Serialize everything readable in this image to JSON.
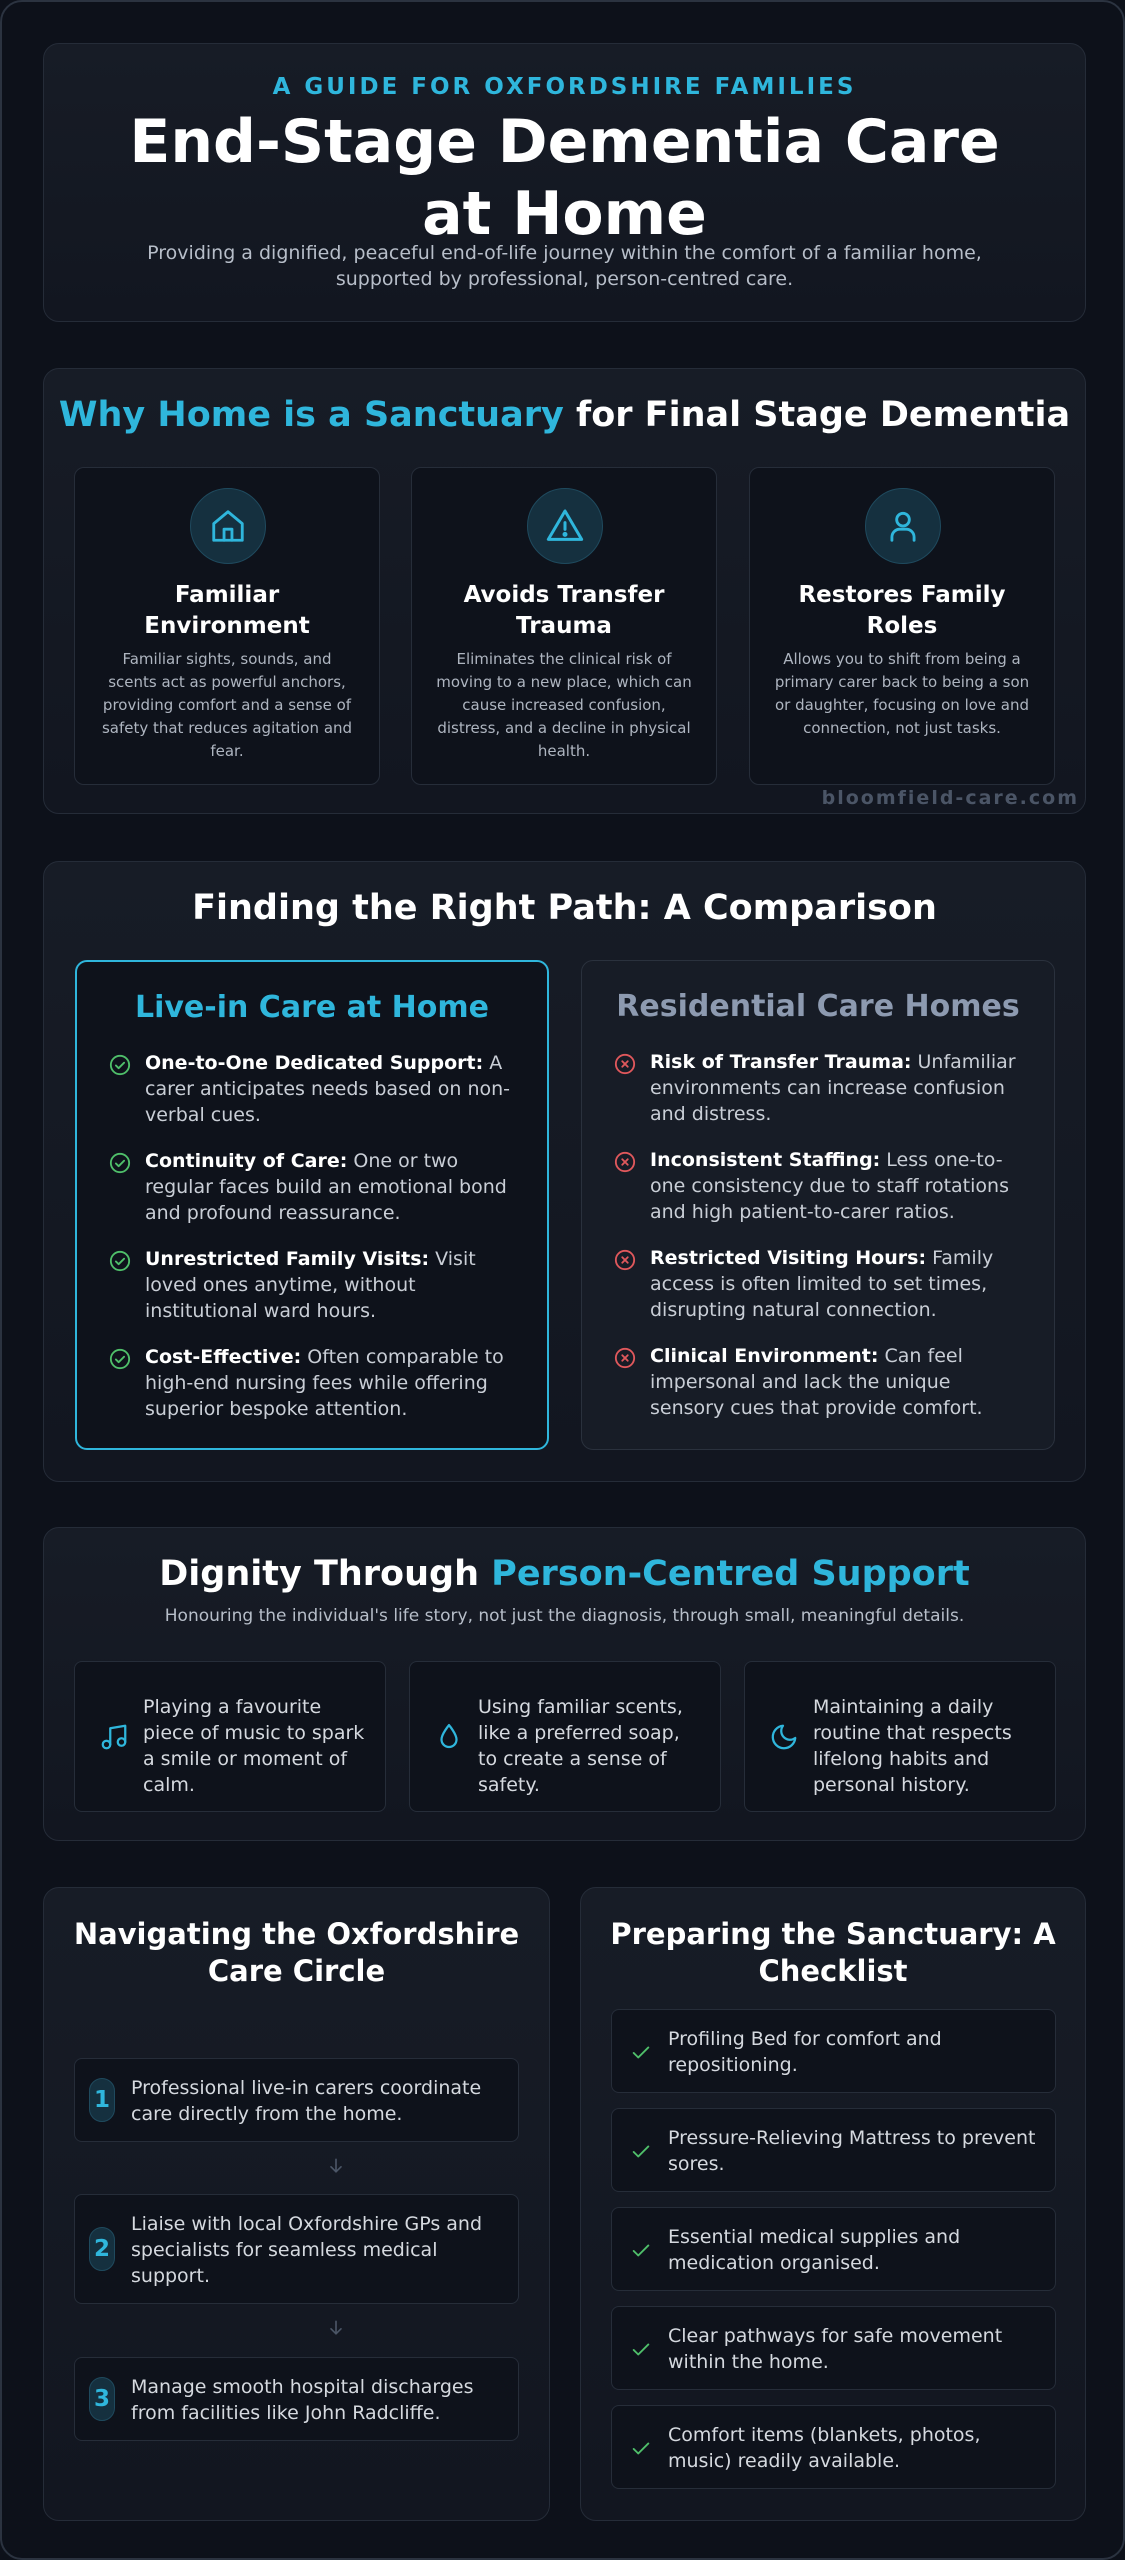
{
  "header": {
    "eyebrow": "A GUIDE FOR OXFORDSHIRE FAMILIES",
    "title": "End-Stage Dementia Care at Home",
    "subtitle": "Providing a dignified, peaceful end-of-life journey within the comfort of a familiar home, supported by professional, person-centred care."
  },
  "sanctuary": {
    "title_accent": "Why Home is a Sanctuary",
    "title_rest": " for Final Stage Dementia",
    "cards": [
      {
        "icon": "home-icon",
        "title": "Familiar Environment",
        "desc": "Familiar sights, sounds, and scents act as powerful anchors, providing comfort and a sense of safety that reduces agitation and fear."
      },
      {
        "icon": "warning-icon",
        "title": "Avoids Transfer Trauma",
        "desc": "Eliminates the clinical risk of moving to a new place, which can cause increased confusion, distress, and a decline in physical health."
      },
      {
        "icon": "person-icon",
        "title": "Restores Family Roles",
        "desc": "Allows you to shift from being a primary carer back to being a son or daughter, focusing on love and connection, not just tasks."
      }
    ],
    "watermark": "bloomfield-care.com"
  },
  "comparison": {
    "title": "Finding the Right Path: A Comparison",
    "live_in": {
      "title": "Live-in Care at Home",
      "items": [
        {
          "bold": "One-to-One Dedicated Support:",
          "text": " A carer anticipates needs based on non-verbal cues."
        },
        {
          "bold": "Continuity of Care:",
          "text": " One or two regular faces build an emotional bond and profound reassurance."
        },
        {
          "bold": "Unrestricted Family Visits:",
          "text": " Visit loved ones anytime, without institutional ward hours."
        },
        {
          "bold": "Cost-Effective:",
          "text": " Often comparable to high-end nursing fees while offering superior bespoke attention."
        }
      ]
    },
    "residential": {
      "title": "Residential Care Homes",
      "items": [
        {
          "bold": "Risk of Transfer Trauma:",
          "text": " Unfamiliar environments can increase confusion and distress."
        },
        {
          "bold": "Inconsistent Staffing:",
          "text": " Less one-to-one consistency due to staff rotations and high patient-to-carer ratios."
        },
        {
          "bold": "Restricted Visiting Hours:",
          "text": " Family access is often limited to set times, disrupting natural connection."
        },
        {
          "bold": "Clinical Environment:",
          "text": " Can feel impersonal and lack the unique sensory cues that provide comfort."
        }
      ]
    }
  },
  "dignity": {
    "title_rest": "Dignity Through ",
    "title_accent": "Person-Centred Support",
    "subtitle": "Honouring the individual's life story, not just the diagnosis, through small, meaningful details.",
    "cards": [
      {
        "icon": "music-icon",
        "text": "Playing a favourite piece of music to spark a smile or moment of calm."
      },
      {
        "icon": "droplet-icon",
        "text": "Using familiar scents, like a preferred soap, to create a sense of safety."
      },
      {
        "icon": "moon-icon",
        "text": "Maintaining a daily routine that respects lifelong habits and personal history."
      }
    ]
  },
  "navigating": {
    "title": "Navigating the Oxfordshire Care Circle",
    "steps": [
      {
        "num": "1",
        "text": "Professional live-in carers coordinate care directly from the home."
      },
      {
        "num": "2",
        "text": "Liaise with local Oxfordshire GPs and specialists for seamless medical support."
      },
      {
        "num": "3",
        "text": "Manage smooth hospital discharges from facilities like John Radcliffe."
      }
    ]
  },
  "checklist": {
    "title": "Preparing the Sanctuary: A Checklist",
    "items": [
      "Profiling Bed for comfort and repositioning.",
      "Pressure-Relieving Mattress to prevent sores.",
      "Essential medical supplies and medication organised.",
      "Clear pathways for safe movement within the home.",
      "Comfort items (blankets, photos, music) readily available."
    ]
  },
  "colors": {
    "accent": "#2fb6dc",
    "positive": "#4fbf6a",
    "negative": "#e0585c",
    "background": "#0d111a"
  }
}
